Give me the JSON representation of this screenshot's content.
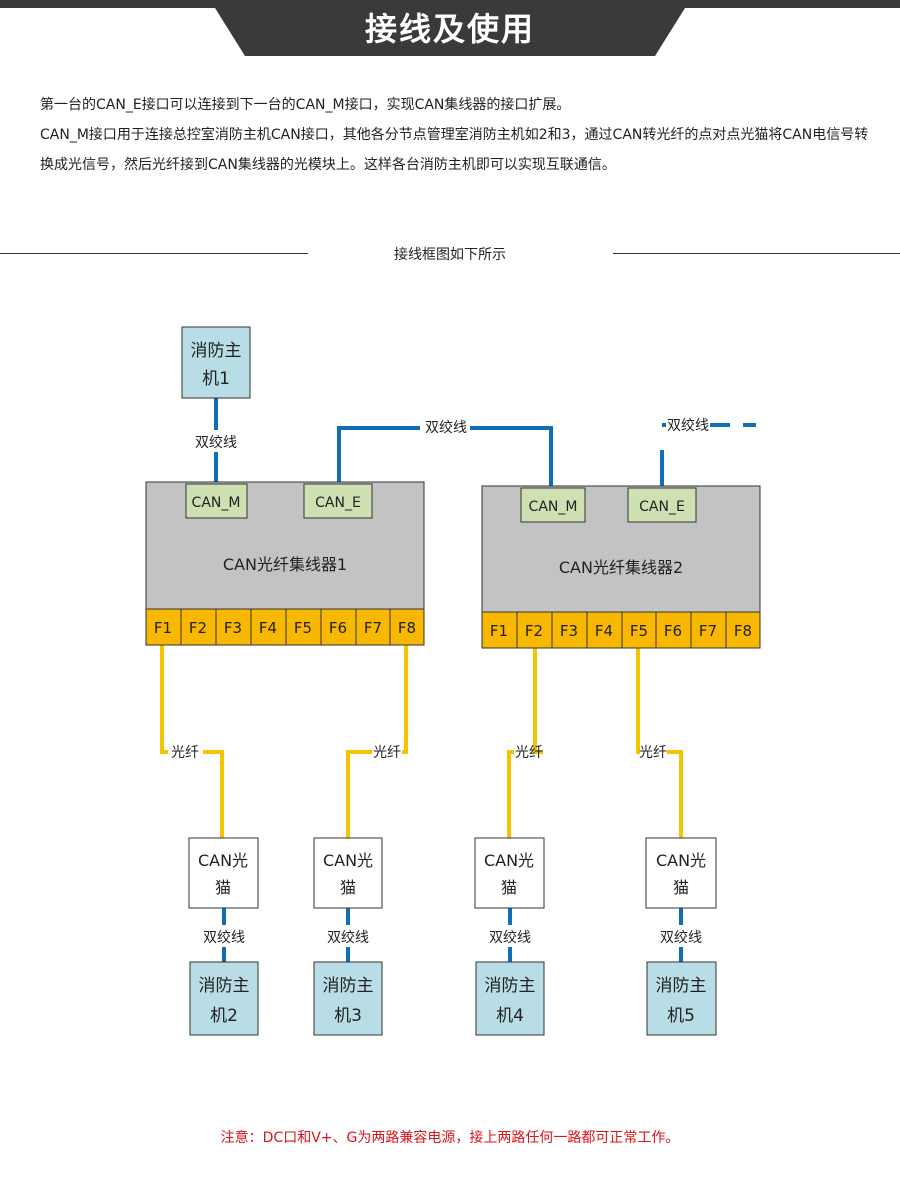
{
  "header": {
    "title": "接线及使用"
  },
  "intro": {
    "line1": "第一台的CAN_E接口可以连接到下一台的CAN_M接口，实现CAN集线器的接口扩展。",
    "line2": "CAN_M接口用于连接总控室消防主机CAN接口，其他各分节点管理室消防主机如2和3，通过CAN转光纤的点对点光猫将CAN电信号转换成光信号，然后光纤接到CAN集线器的光模块上。这样各台消防主机即可以实现互联通信。"
  },
  "section": {
    "title": "接线框图如下所示"
  },
  "diagram": {
    "host1": [
      "消防主",
      "机1"
    ],
    "twisted_pair": "双绞线",
    "fiber": "光纤",
    "can_m": "CAN_M",
    "can_e": "CAN_E",
    "hub1": "CAN光纤集线器1",
    "hub2": "CAN光纤集线器2",
    "ports": [
      "F1",
      "F2",
      "F3",
      "F4",
      "F5",
      "F6",
      "F7",
      "F8"
    ],
    "modem": [
      "CAN光",
      "猫"
    ],
    "host2": [
      "消防主",
      "机2"
    ],
    "host3": [
      "消防主",
      "机3"
    ],
    "host4": [
      "消防主",
      "机4"
    ],
    "host5": [
      "消防主",
      "机5"
    ],
    "colors": {
      "blue_line": "#0e6fb8",
      "fiber_line": "#f5c400",
      "host_fill": "#b8dde6",
      "port_fill": "#f8b700",
      "hub_fill": "#c3c3c3",
      "iface_fill": "#cfe0b2"
    }
  },
  "note": "注意：DC口和V+、G为两路兼容电源，接上两路任何一路都可正常工作。"
}
